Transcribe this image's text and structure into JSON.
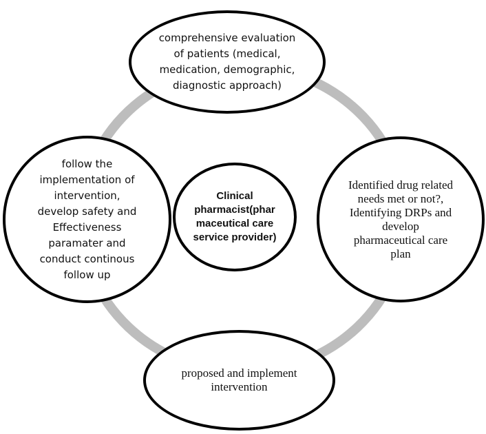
{
  "ring_color": "#bdbdbd",
  "border_color": "#000000",
  "nodes": {
    "top": [
      "comprehensive evaluation",
      "of patients (medical,",
      "medication, demographic,",
      "diagnostic approach)"
    ],
    "right": [
      "Identified drug related",
      "needs met or not?,",
      "Identifying DRPs and",
      "develop",
      "pharmaceutical care",
      "plan"
    ],
    "bottom": [
      "proposed and implement",
      "intervention"
    ],
    "left": [
      "follow the",
      "implementation of",
      "intervention,",
      "develop safety and",
      "Effectiveness",
      "paramater and",
      "conduct continous",
      "follow up"
    ],
    "center": [
      "Clinical",
      "pharmacist(phar",
      "maceutical care",
      "service provider)"
    ]
  }
}
